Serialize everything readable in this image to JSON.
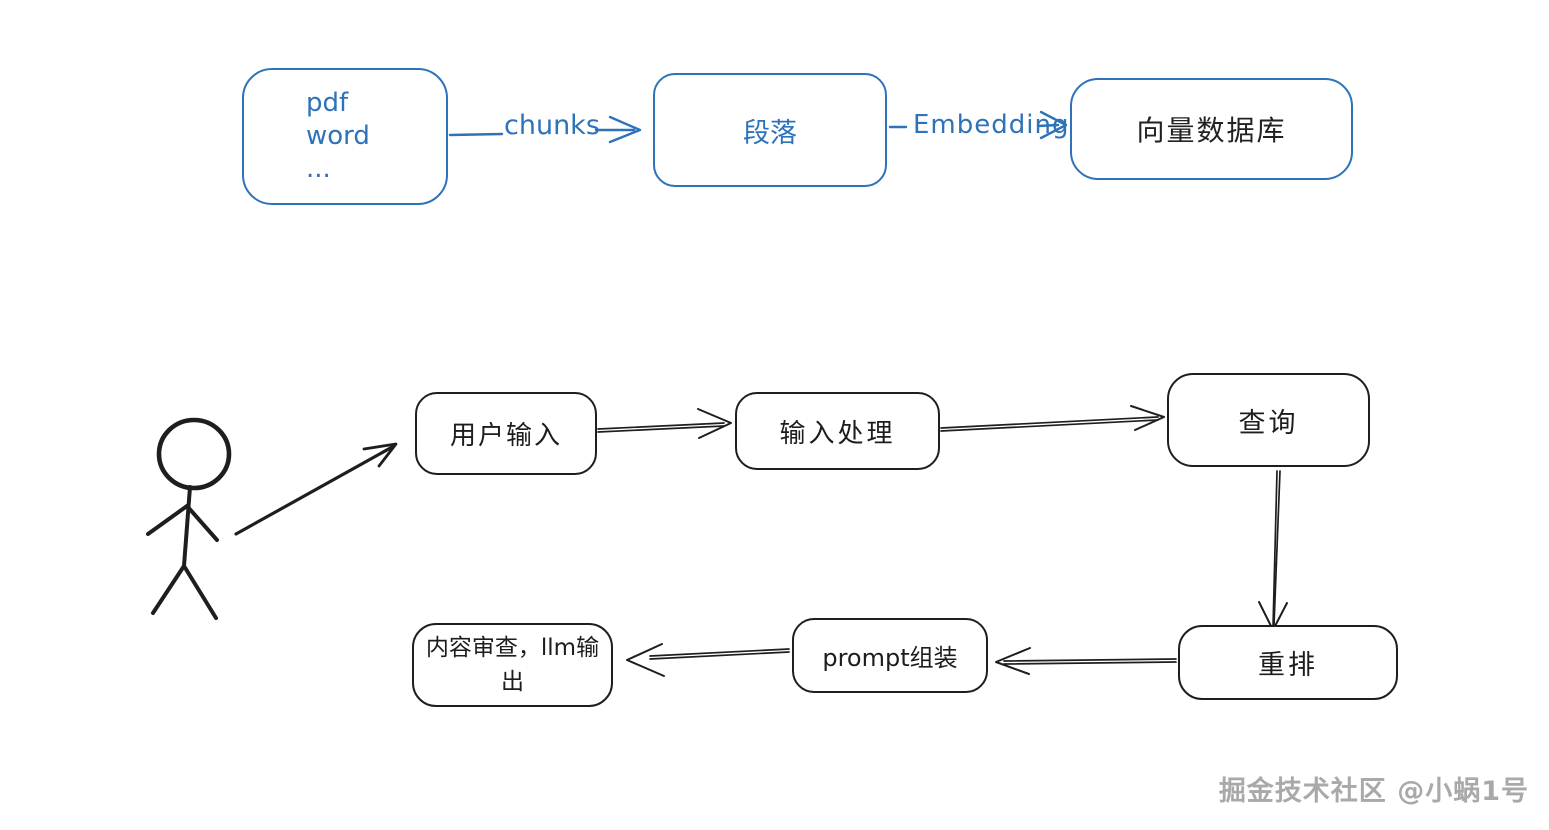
{
  "colors": {
    "ink_blue": "#2e72ba",
    "ink_black": "#1e1e1e",
    "watermark_gray": "#a9a9a9"
  },
  "top_flow": {
    "source_box": {
      "lines": [
        "pdf",
        "word",
        "..."
      ]
    },
    "chunks_arrow_label": "chunks",
    "paragraph_box": {
      "label": "段落"
    },
    "embedding_arrow_label": "Embedding",
    "vector_db_box": {
      "label": "向量数据库"
    }
  },
  "bottom_flow": {
    "user_input_box": {
      "label": "用户输入"
    },
    "input_processing_box": {
      "label": "输入处理"
    },
    "query_box": {
      "label": "查询"
    },
    "rerank_box": {
      "label": "重排"
    },
    "prompt_assembly_box": {
      "label": "prompt组装"
    },
    "content_review_box": {
      "label": "内容审查，llm输出"
    }
  },
  "watermark": "掘金技术社区 @小蜗1号"
}
